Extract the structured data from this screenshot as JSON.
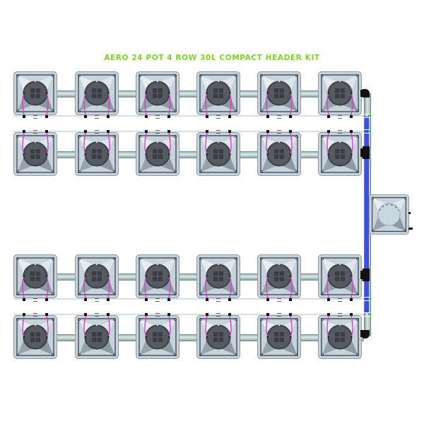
{
  "title": "AERO 24 POT 4 ROW 30L COMPACT HEADER KIT",
  "colors": {
    "title": "#7ed321",
    "pot_body": "#c7d3dc",
    "net_pot": "#4a4f55",
    "drip_tube": "#d63ec8",
    "supply_pipe": "#3a4fe8",
    "fittings": "#111111"
  },
  "layout": {
    "rows": 4,
    "pots_per_row": 6,
    "total_pots": 24,
    "reservoir_volume": "30L"
  },
  "rows": [
    {
      "id": "row-1",
      "pots": 6,
      "feed": "bottom"
    },
    {
      "id": "row-2",
      "pots": 6,
      "feed": "top"
    },
    {
      "id": "row-3",
      "pots": 6,
      "feed": "bottom"
    },
    {
      "id": "row-4",
      "pots": 6,
      "feed": "top"
    }
  ],
  "components": {
    "pot": "aero-pot-icon",
    "net_pot": "net-pot-icon",
    "reservoir": "reservoir-icon",
    "manifold": "header-manifold-pipe",
    "elbow": "elbow-fitting-icon",
    "tee": "tee-fitting-icon"
  }
}
